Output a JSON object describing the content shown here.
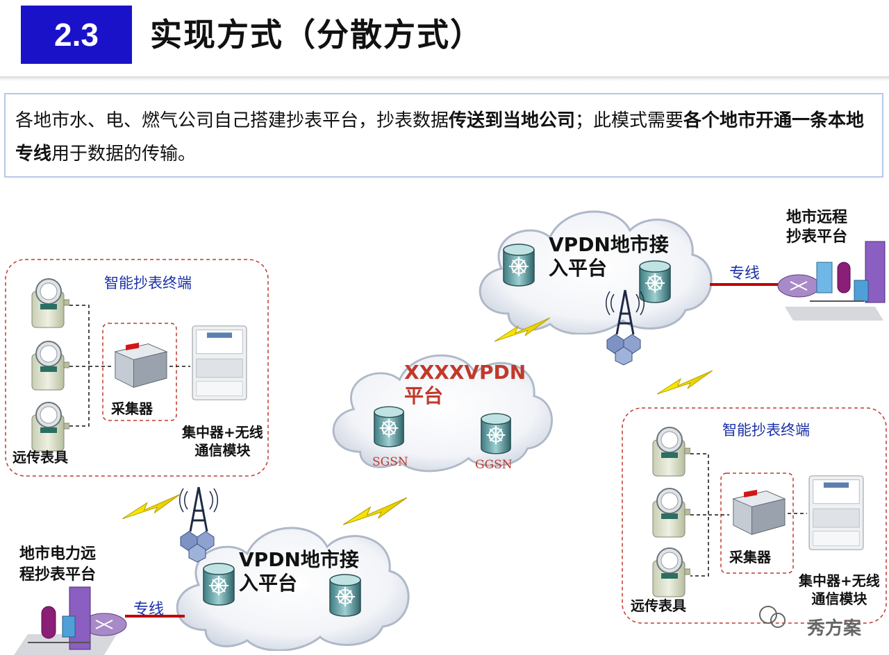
{
  "header": {
    "slide_number": "2.3",
    "title": "实现方式（分散方式）"
  },
  "description": {
    "part1": "各地市水、电、燃气公司自己搭建抄表平台，抄表数据",
    "bold1": "传送到当地公司",
    "part2": "；此模式需要",
    "bold2": "各个地市开通一条本地专线",
    "part3": "用于数据的传输。"
  },
  "diagram": {
    "center_cloud": {
      "line1": "XXXXVPDN",
      "line2": "平台",
      "router_left": "SGSN",
      "router_right": "GGSN"
    },
    "top_cloud": {
      "line1": "VPDN地市接",
      "line2": "入平台"
    },
    "bottom_cloud": {
      "line1": "VPDN地市接",
      "line2": "入平台"
    },
    "top_right_platform": {
      "line1": "地市远程",
      "line2": "抄表平台"
    },
    "bottom_left_platform": {
      "line1": "地市电力远",
      "line2": "程抄表平台"
    },
    "dedicated_line_top": "专线",
    "dedicated_line_bottom": "专线",
    "left_terminal_group": {
      "title": "智能抄表终端",
      "meters_label": "远传表具",
      "collector_label": "采集器",
      "concentrator_line1": "集中器+无线",
      "concentrator_line2": "通信模块"
    },
    "right_terminal_group": {
      "title": "智能抄表终端",
      "meters_label": "远传表具",
      "collector_label": "采集器",
      "concentrator_line1": "集中器+无线",
      "concentrator_line2": "通信模块"
    }
  },
  "watermark": "秀方案",
  "colors": {
    "title_block": "#1a12c8",
    "accent_red": "#c0392b",
    "label_blue": "#1a30a8",
    "dashed_red": "#c0392b",
    "dedicated_line": "#c00000"
  }
}
